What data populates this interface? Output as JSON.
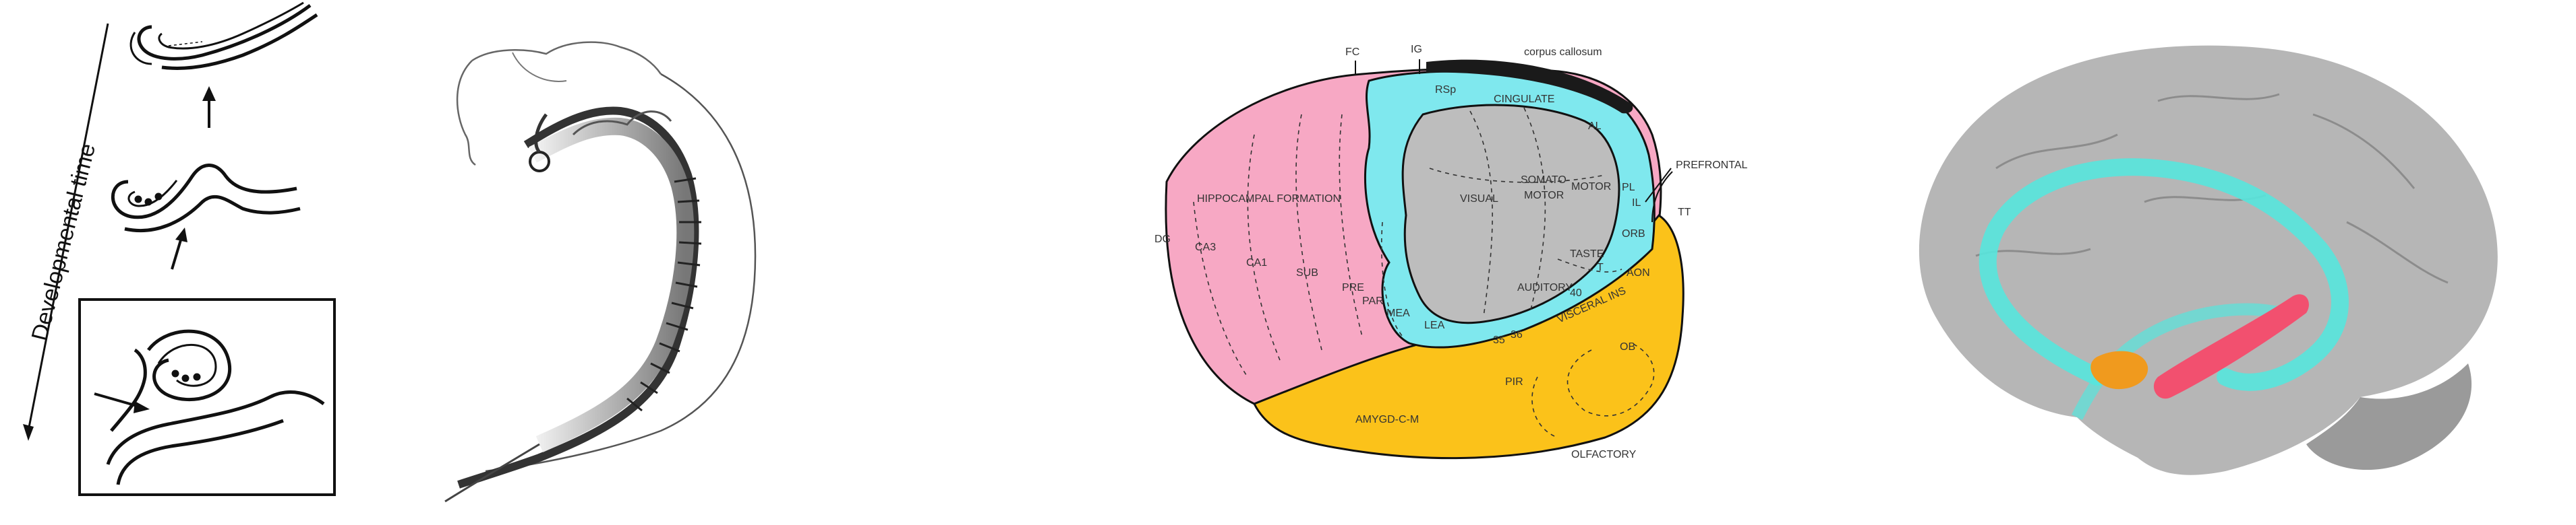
{
  "developmental_panel": {
    "axis_label": "Developmental time"
  },
  "cortex_map": {
    "labels": {
      "fc": "FC",
      "ig": "IG",
      "corpus_callosum": "corpus callosum",
      "rsp": "RSp",
      "cingulate": "CINGULATE",
      "al": "AL",
      "prefrontal": "PREFRONTAL",
      "pl": "PL",
      "il": "IL",
      "tt": "TT",
      "orb": "ORB",
      "hippocampal_formation": "HIPPOCAMPAL FORMATION",
      "dg": "DG",
      "ca3": "CA3",
      "ca1": "CA1",
      "sub": "SUB",
      "pre": "PRE",
      "par": "PAR",
      "mea": "MEA",
      "lea": "LEA",
      "visual": "VISUAL",
      "somato": "SOMATO-",
      "motor_somato": "MOTOR",
      "motor": "MOTOR",
      "taste": "TASTE",
      "t": "T",
      "auditory": "AUDITORY",
      "n40": "40",
      "visceral_ins": "VISCERAL INS",
      "n35": "35",
      "n36": "36",
      "aon": "AON",
      "ob": "OB",
      "pir": "PIR",
      "amygd": "AMYGD-C-M",
      "olfactory": "OLFACTORY"
    },
    "colors": {
      "hippocampal": "#f7a8c4",
      "cingulate_ring": "#7fe8ee",
      "neocortex": "#bdbdbd",
      "olfactory": "#fbc21a",
      "corpus_callosum": "#1a1a1a"
    }
  },
  "brain_render": {
    "colors": {
      "brain": "#a9a9a9",
      "tract": "#57e6dd",
      "hippocampus": "#f2506f",
      "amygdala": "#f09a1e"
    }
  }
}
